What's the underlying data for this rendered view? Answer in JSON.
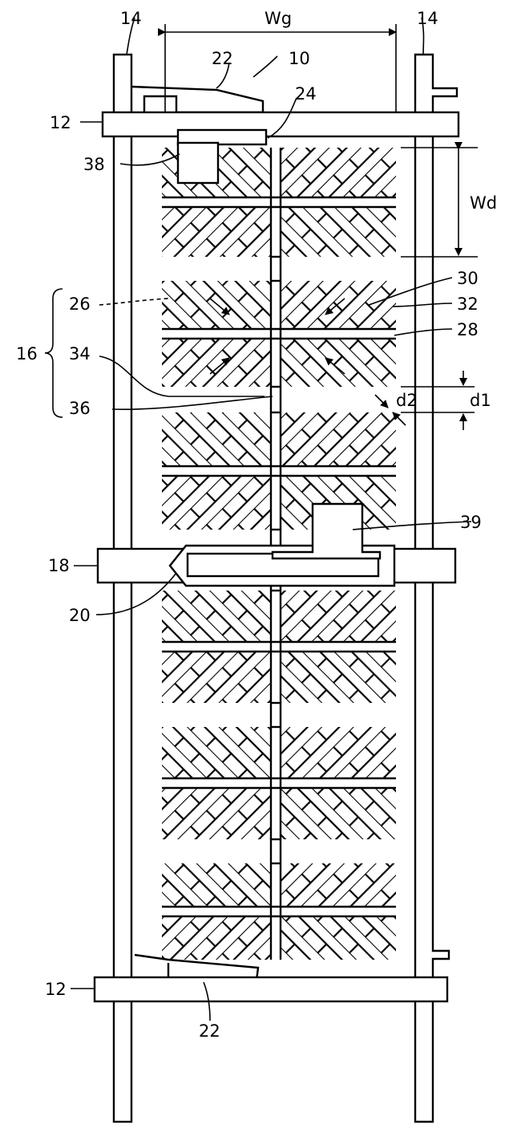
{
  "figure": {
    "reference_numerals": {
      "data_line_left": "14",
      "data_line_right": "14",
      "gap_width": "Wg",
      "tft_top": "22",
      "pixel": "10",
      "gate_line_top": "12",
      "drain_electrode": "24",
      "contact_top": "38",
      "domain_width": "Wd",
      "electrode_30": "30",
      "electrode_32": "32",
      "electrode_28": "28",
      "electrode_26": "26",
      "pixel_electrode": "16",
      "electrode_34": "34",
      "electrode_36": "36",
      "gap_d1": "d1",
      "gap_d2": "d2",
      "contact_mid": "39",
      "storage_line": "18",
      "storage_electrode": "20",
      "gate_line_bottom": "12",
      "tft_bottom": "22"
    }
  }
}
